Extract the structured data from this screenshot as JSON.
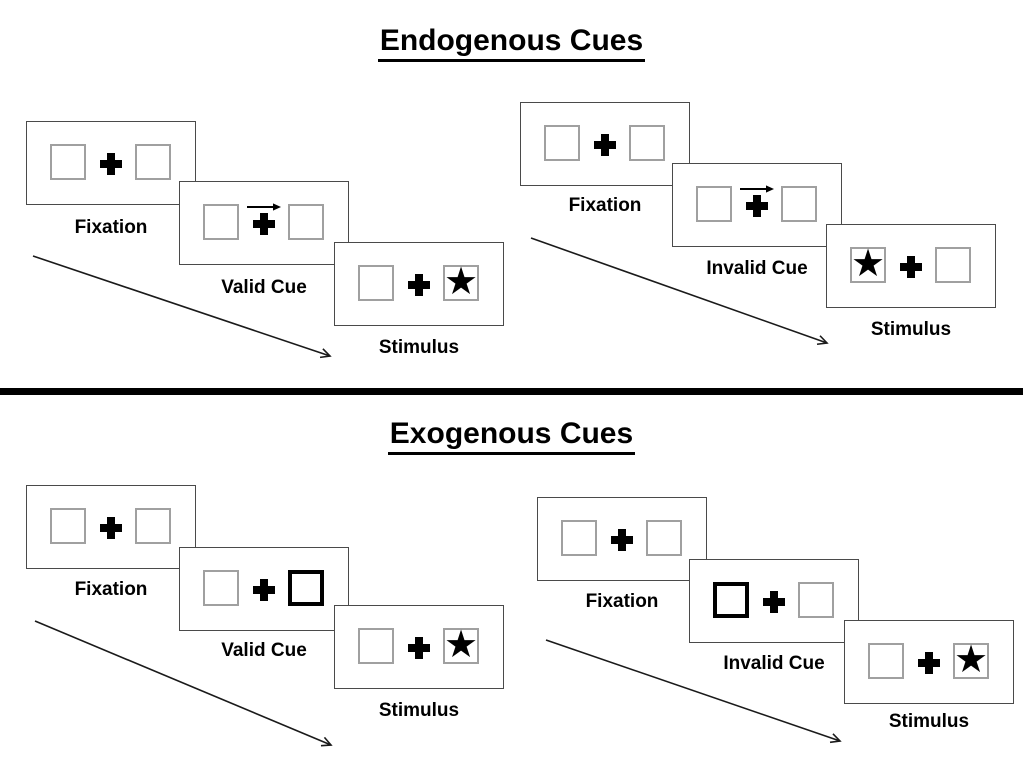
{
  "figure": {
    "sections": [
      {
        "title": "Endogenous Cues",
        "trials": [
          {
            "condition": "valid",
            "cue": "central-arrow-right",
            "target_side": "right",
            "panels": [
              {
                "label": "Fixation"
              },
              {
                "label": "Valid Cue"
              },
              {
                "label": "Stimulus"
              }
            ]
          },
          {
            "condition": "invalid",
            "cue": "central-arrow-right",
            "target_side": "left",
            "panels": [
              {
                "label": "Fixation"
              },
              {
                "label": "Invalid Cue"
              },
              {
                "label": "Stimulus"
              }
            ]
          }
        ]
      },
      {
        "title": "Exogenous Cues",
        "trials": [
          {
            "condition": "valid",
            "cue": "right-box-highlighted",
            "target_side": "right",
            "panels": [
              {
                "label": "Fixation"
              },
              {
                "label": "Valid Cue"
              },
              {
                "label": "Stimulus"
              }
            ]
          },
          {
            "condition": "invalid",
            "cue": "left-box-highlighted",
            "target_side": "right",
            "panels": [
              {
                "label": "Fixation"
              },
              {
                "label": "Invalid Cue"
              },
              {
                "label": "Stimulus"
              }
            ]
          }
        ]
      }
    ]
  },
  "icons": {
    "target_star": "★"
  },
  "colors": {
    "ink": "#000000",
    "box_outline": "#a0a0a0",
    "panel_outline": "#4a4a4a",
    "background": "#ffffff"
  }
}
